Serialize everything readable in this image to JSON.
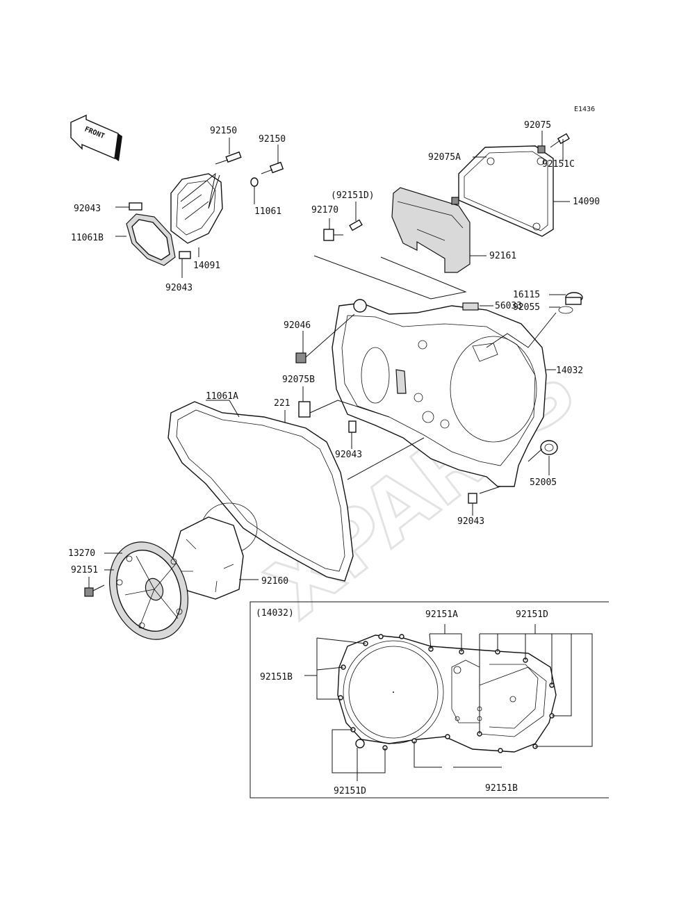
{
  "diagram_code": "E1436",
  "front_label": "FRONT",
  "watermark": "XPARTS",
  "labels": {
    "p92150a": "92150",
    "p92150b": "92150",
    "p11061": "11061",
    "p92043_top": "92043",
    "p11061B": "11061B",
    "p14091": "14091",
    "p92043_bottom": "92043",
    "p92075": "92075",
    "p92151C": "92151C",
    "p92075A": "92075A",
    "p14090": "14090",
    "p92151D_paren": "(92151D)",
    "p92170": "92170",
    "p92161": "92161",
    "p16115": "16115",
    "p92055": "92055",
    "p56033": "56033",
    "p92046": "92046",
    "p14032": "14032",
    "p92075B": "92075B",
    "p221": "221",
    "p11061A": "11061A",
    "p92043_mid": "92043",
    "p52005": "52005",
    "p92043_low": "92043",
    "p13270": "13270",
    "p92151": "92151",
    "p92160": "92160"
  },
  "inset": {
    "title": "(14032)",
    "labels": {
      "p92151A": "92151A",
      "p92151D_top": "92151D",
      "p92151B_left": "92151B",
      "p92151D_bottom": "92151D",
      "p92151B_bottom": "92151B"
    }
  }
}
